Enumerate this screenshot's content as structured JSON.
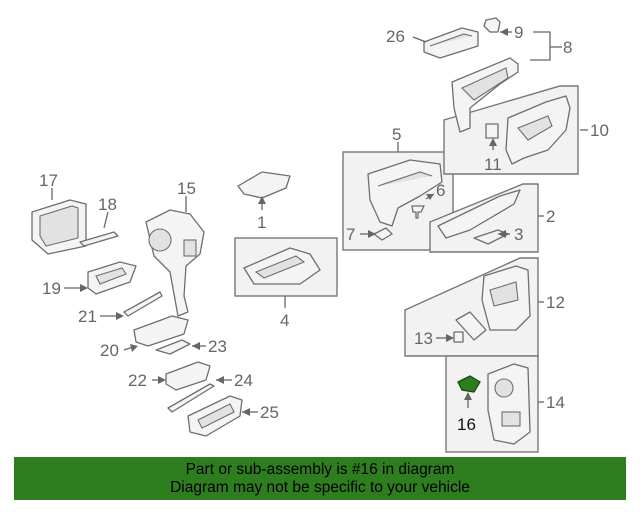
{
  "callouts": {
    "c1": "1",
    "c2": "2",
    "c3": "3",
    "c4": "4",
    "c5": "5",
    "c6": "6",
    "c7": "7",
    "c8": "8",
    "c9": "9",
    "c10": "10",
    "c11": "11",
    "c12": "12",
    "c13": "13",
    "c14": "14",
    "c15": "15",
    "c16": "16",
    "c17": "17",
    "c18": "18",
    "c19": "19",
    "c20": "20",
    "c21": "21",
    "c22": "22",
    "c23": "23",
    "c24": "24",
    "c25": "25",
    "c26": "26"
  },
  "highlighted_part": "16",
  "highlight_color": "#2e7d1f",
  "banner": {
    "line1": "Part or sub-assembly is #16 in diagram",
    "line2": "Diagram may not be specific to your vehicle",
    "background": "#2e7d1f"
  }
}
